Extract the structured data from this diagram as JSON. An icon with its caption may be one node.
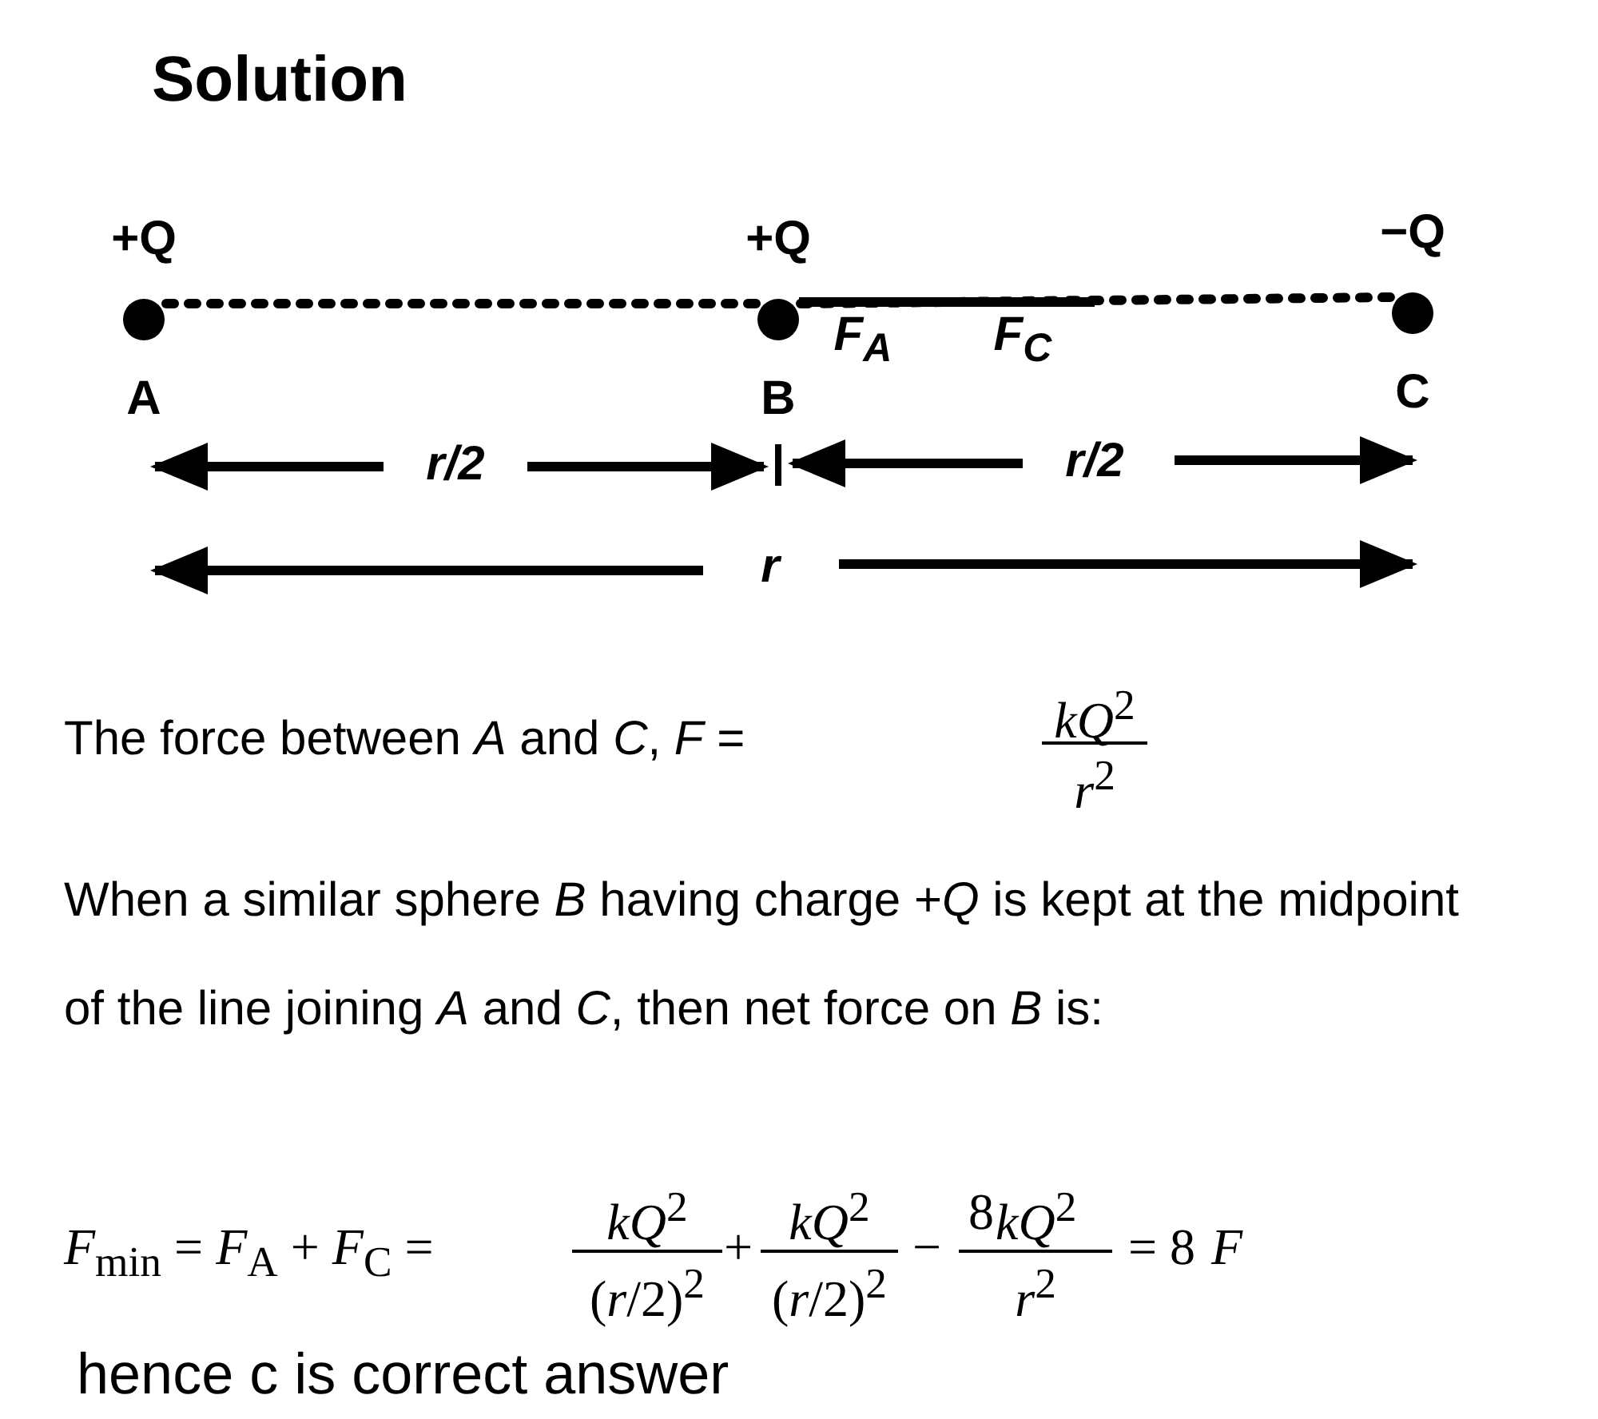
{
  "diagram": {
    "title": "Solution",
    "nodes": [
      {
        "text": [
          "+Q",
          "A"
        ]
      },
      {
        "text": [
          "+Q",
          "B"
        ]
      },
      {
        "text": [
          "−Q",
          "C"
        ]
      }
    ],
    "edges": [
      {
        "from": 0,
        "to": 1,
        "arrow": "none",
        "style": "dashed"
      },
      {
        "from": 1,
        "to": 2,
        "arrow": "none",
        "style": "dashed"
      }
    ],
    "labels": [
      "F$_{A}$",
      "F$_{C}$",
      "r/2",
      "r/2",
      "r",
      "The force between *A* and *C*, *F* =",
      "*kQ*$^{2}$",
      "*r*$^{2}$",
      "When a similar sphere *B* having charge +*Q* is kept at the midpoint of the line joining *A* and *C*, then net force on *B* is:",
      "*F*$_{min}$ = *F*$_{A}$ + *F*$_{C}$ =",
      "*kQ*$^{2}$",
      "(*r*/2)$^{2}$",
      "+",
      "*kQ*$^{2}$",
      "(*r*/2)$^{2}$",
      "−",
      "8",
      "*kQ*$^{2}$",
      "*r*$^{2}$",
      "= 8",
      "*F*",
      "hence c is correct answer"
    ]
  }
}
